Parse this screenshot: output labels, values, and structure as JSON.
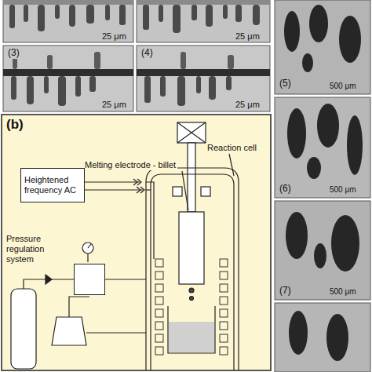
{
  "diagram": {
    "nodes": [
      {
        "text": [
          "Heightened frequency AC"
        ]
      },
      {
        "text": [
          "Pressure regulation system"
        ]
      }
    ],
    "labels": [
      "25 μm",
      "25 μm",
      "(3)",
      "(4)",
      "25 μm",
      "25 μm",
      "(5)",
      "500 μm",
      "(6)",
      "500 μm",
      "(7)",
      "500 μm",
      "(b)",
      "Reaction cell",
      "Melting electrode - billet"
    ]
  }
}
